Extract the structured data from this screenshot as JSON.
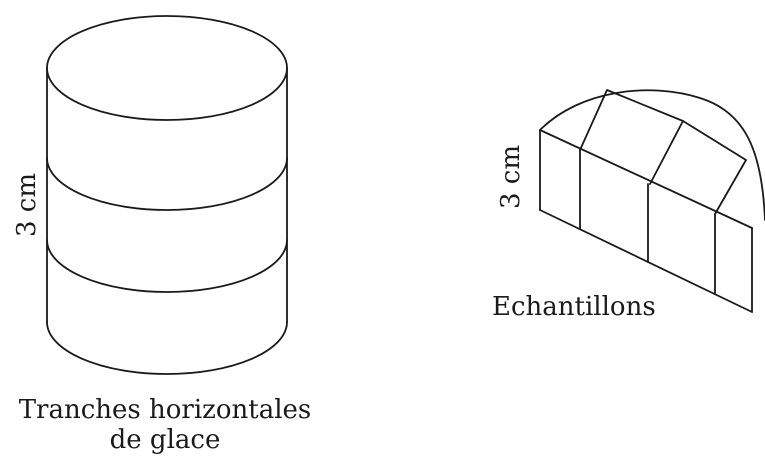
{
  "cylinder_figure": {
    "height_label": "3 cm",
    "caption_line1": "Tranches horizontales",
    "caption_line2": "de glace"
  },
  "sample_figure": {
    "height_label": "3 cm",
    "caption": "Echantillons"
  }
}
